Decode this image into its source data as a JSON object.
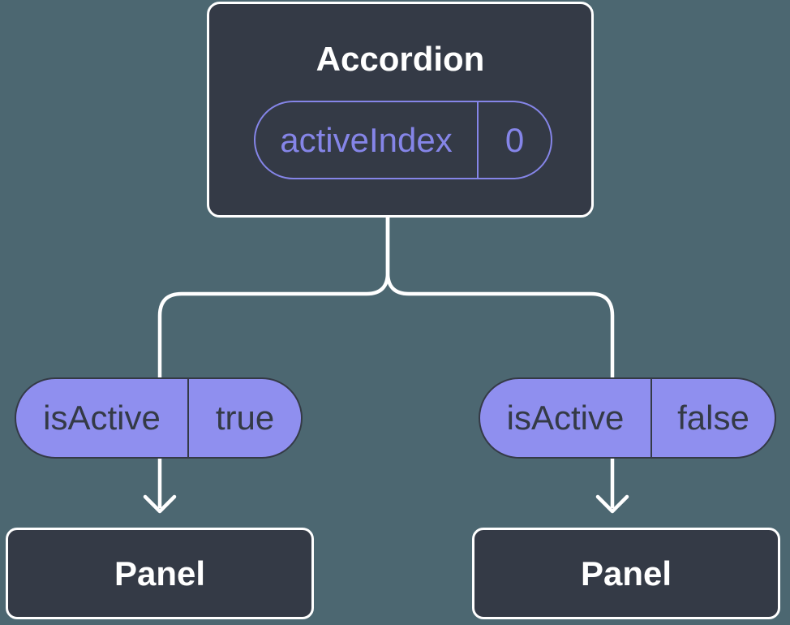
{
  "colors": {
    "background": "#4c6771",
    "node_fill": "#343a46",
    "node_border": "#ffffff",
    "state_accent": "#8585e8",
    "prop_fill": "#8f8fef",
    "prop_text": "#343a46",
    "connector": "#ffffff"
  },
  "tree": {
    "root": {
      "title": "Accordion",
      "state": {
        "name": "activeIndex",
        "value": "0"
      }
    },
    "props": [
      {
        "name": "isActive",
        "value": "true"
      },
      {
        "name": "isActive",
        "value": "false"
      }
    ],
    "children": [
      {
        "title": "Panel"
      },
      {
        "title": "Panel"
      }
    ]
  }
}
